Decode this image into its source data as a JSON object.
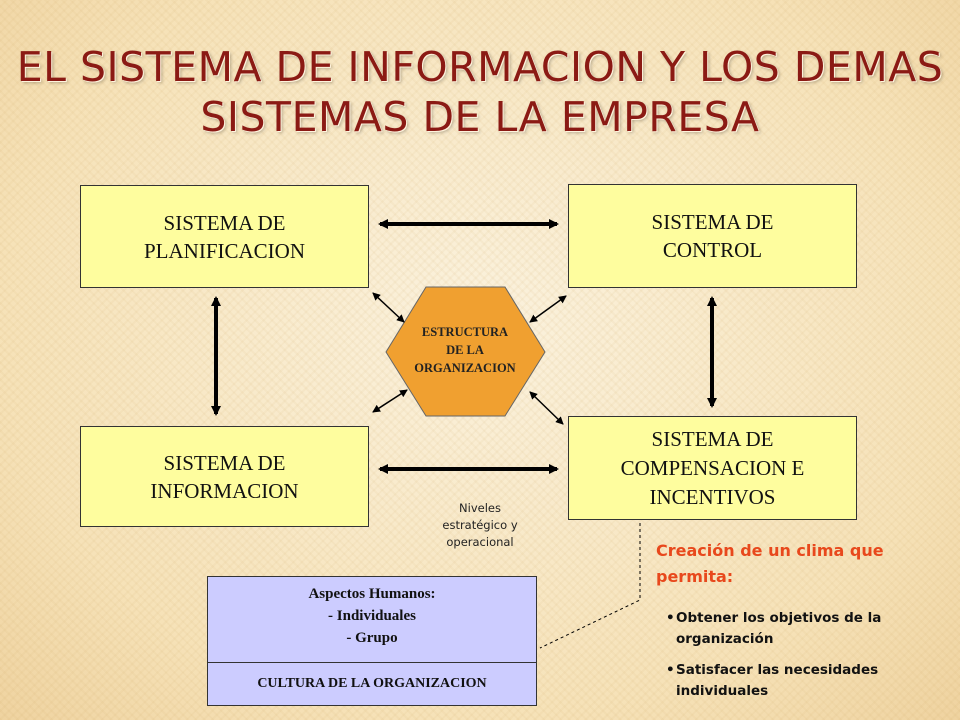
{
  "title": {
    "line1": "EL SISTEMA DE INFORMACION  Y LOS DEMAS",
    "line2": "SISTEMAS DE LA EMPRESA"
  },
  "boxes": {
    "planificacion": [
      "SISTEMA DE",
      "PLANIFICACION"
    ],
    "control": [
      "SISTEMA DE",
      "CONTROL"
    ],
    "informacion": [
      "SISTEMA DE",
      "INFORMACION"
    ],
    "compensacion": [
      "SISTEMA DE",
      "COMPENSACION E",
      "INCENTIVOS"
    ]
  },
  "center": {
    "lines": [
      "ESTRUCTURA",
      "DE LA",
      "ORGANIZACION"
    ],
    "color": "#f0a030"
  },
  "niveles": [
    "Niveles",
    "estratégico y",
    "operacional"
  ],
  "humanos": {
    "lines": [
      "Aspectos Humanos:",
      "- Individuales",
      "- Grupo"
    ],
    "footer": "CULTURA DE LA ORGANIZACION"
  },
  "clima": {
    "heading": [
      "Creación de un clima que",
      "permita:"
    ],
    "bullets": [
      [
        "Obtener los objetivos de la",
        "organización"
      ],
      [
        "Satisfacer las necesidades",
        "individuales"
      ]
    ]
  },
  "colors": {
    "title": "#8b1a14",
    "box_fill": "#fefd9e",
    "humanos_fill": "#ccccff",
    "accent": "#e8481c"
  }
}
